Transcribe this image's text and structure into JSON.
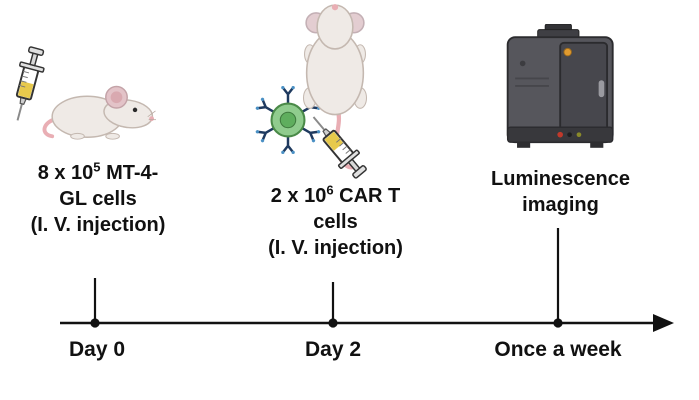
{
  "figure": {
    "type": "experimental-protocol-timeline",
    "background_color": "#ffffff",
    "text_color": "#111111"
  },
  "steps": {
    "step1": {
      "line1_pre": "8 x 10",
      "line1_sup": "5",
      "line1_post": " MT-4-",
      "line2": "GL cells",
      "line3": "(I. V. injection)",
      "timeline_label": "Day 0",
      "icons": [
        "syringe-icon",
        "mouse-side-view-icon"
      ]
    },
    "step2": {
      "line1_pre": "2 x 10",
      "line1_sup": "6",
      "line1_post": " CAR T",
      "line2": "cells",
      "line3": "(I. V. injection)",
      "timeline_label": "Day 2",
      "icons": [
        "car-t-cell-icon",
        "mouse-top-view-icon",
        "syringe-icon"
      ]
    },
    "step3": {
      "line1": "Luminescence",
      "line2": "imaging",
      "timeline_label": "Once a week",
      "icons": [
        "luminescence-imager-icon"
      ]
    }
  },
  "timeline": {
    "arrow_icon": "right-arrow-icon",
    "tick_marker": "filled-dot"
  },
  "colors": {
    "cell_green": "#90cc8e",
    "cell_green_dark": "#5fae5e",
    "receptor_blue": "#1f3a5f",
    "mouse_body": "#efeae6",
    "mouse_pink": "#e9aeb4",
    "syringe_liquid": "#e7c94c",
    "machine_gray": "#56565c",
    "machine_dark": "#38383c",
    "indicator_orange": "#e09a2f",
    "indicator_red": "#c0392b",
    "axis_black": "#111111"
  }
}
